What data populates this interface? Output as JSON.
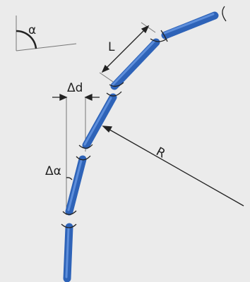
{
  "labels": {
    "angle": "α",
    "segment_length": "L",
    "offset": "Δd",
    "joint_angle": "Δα",
    "radius": "R"
  },
  "colors": {
    "background": "#ebebeb",
    "tube": "#2e63b8",
    "tube_highlight": "#5d8edb",
    "tube_shadow": "#1c4a92",
    "line": "#555555",
    "text": "#222222"
  },
  "icons": {
    "joint": "socket-arc-icon",
    "arrow": "dimension-arrow-icon"
  }
}
